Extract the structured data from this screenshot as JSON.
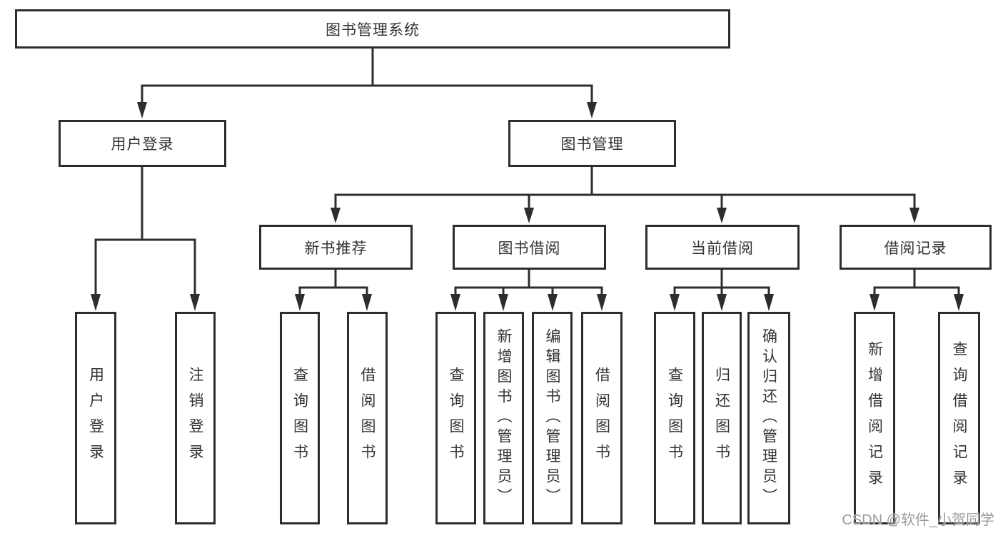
{
  "diagram": {
    "root": "图书管理系统",
    "level2": {
      "user_login": "用户登录",
      "book_mgmt": "图书管理"
    },
    "level3": {
      "new_books": "新书推荐",
      "book_borrow": "图书借阅",
      "current_borrow": "当前借阅",
      "borrow_records": "借阅记录"
    },
    "leaves": {
      "user_login": [
        "用户登录",
        "注销登录"
      ],
      "new_books": [
        "查询图书",
        "借阅图书"
      ],
      "book_borrow": [
        "查询图书",
        "新增图书（管理员）",
        "编辑图书（管理员）",
        "借阅图书"
      ],
      "current_borrow": [
        "查询图书",
        "归还图书",
        "确认归还（管理员）"
      ],
      "borrow_records": [
        "新增借阅记录",
        "查询借阅记录"
      ]
    },
    "line_color": "#2d2d2d",
    "text_color": "#333333"
  },
  "watermark": "CSDN @软件_小贺同学"
}
